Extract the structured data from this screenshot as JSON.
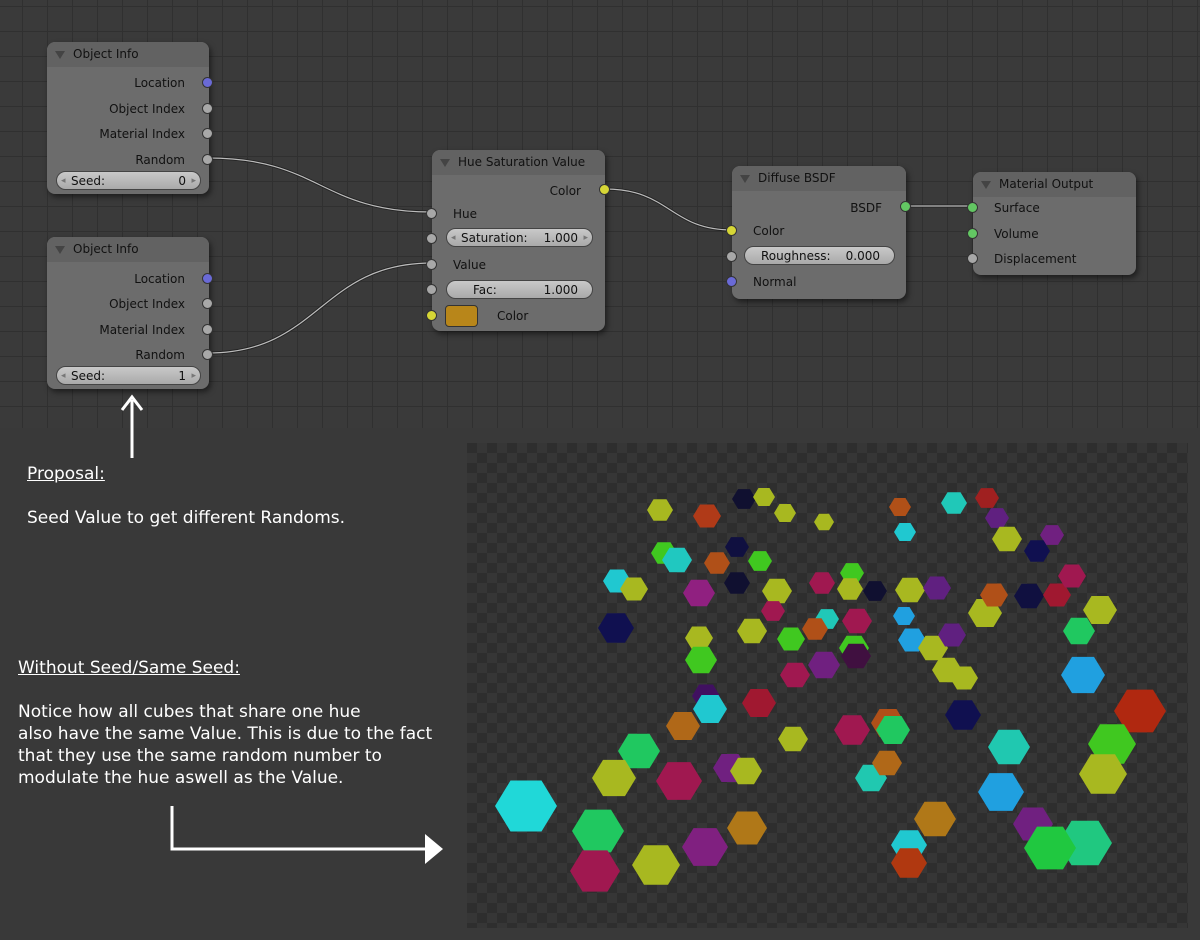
{
  "nodes": {
    "object_info_1": {
      "title": "Object Info",
      "outputs": [
        "Location",
        "Object Index",
        "Material Index",
        "Random"
      ],
      "seed_label": "Seed:",
      "seed_value": "0"
    },
    "object_info_2": {
      "title": "Object Info",
      "outputs": [
        "Location",
        "Object Index",
        "Material Index",
        "Random"
      ],
      "seed_label": "Seed:",
      "seed_value": "1"
    },
    "hsv": {
      "title": "Hue Saturation Value",
      "output": "Color",
      "hue": "Hue",
      "saturation_label": "Saturation:",
      "saturation_value": "1.000",
      "value": "Value",
      "fac_label": "Fac:",
      "fac_value": "1.000",
      "color": "Color",
      "swatch_color": "#b8861a"
    },
    "diffuse": {
      "title": "Diffuse BSDF",
      "output": "BSDF",
      "color": "Color",
      "roughness_label": "Roughness:",
      "roughness_value": "0.000",
      "normal": "Normal"
    },
    "material_output": {
      "title": "Material Output",
      "inputs": [
        "Surface",
        "Volume",
        "Displacement"
      ]
    }
  },
  "annotations": {
    "proposal_heading": "Proposal:",
    "proposal_text": "Seed Value to get different Randoms.",
    "without_heading": "Without Seed/Same Seed:",
    "without_lines": [
      "Notice how all cubes that share one hue",
      "also have the same Value. This is due to the fact",
      "that they use the same random number to",
      "modulate the hue aswell as the Value."
    ]
  }
}
